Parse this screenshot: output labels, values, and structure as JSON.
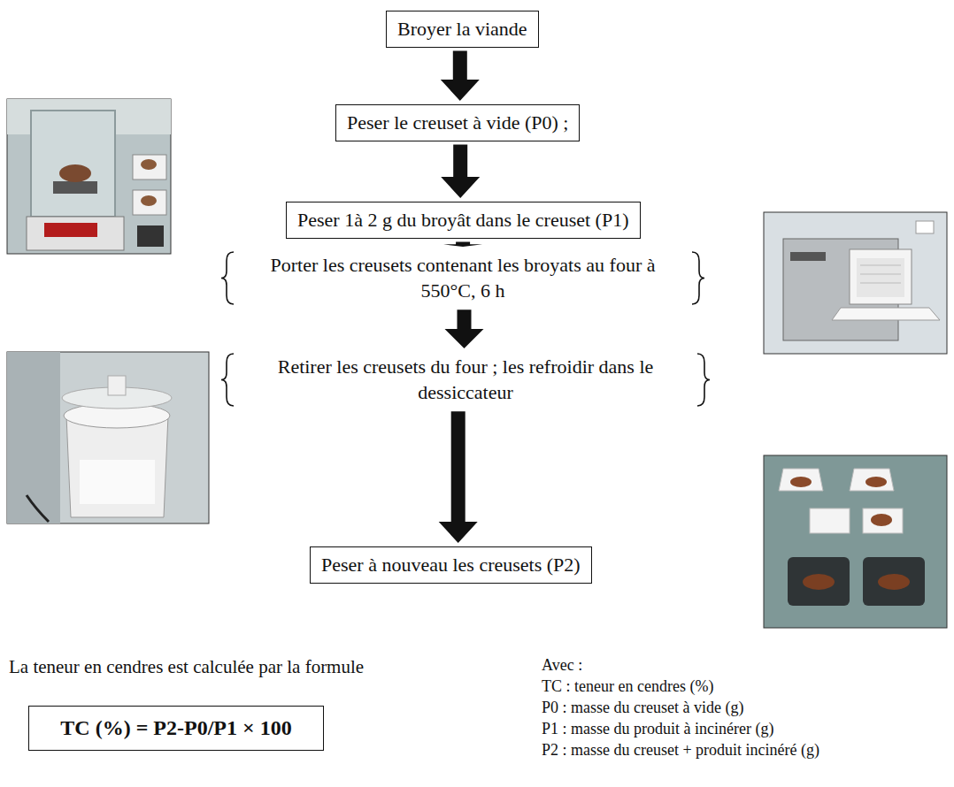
{
  "diagram": {
    "nodes": [
      {
        "text": [
          "Broyer la viande"
        ]
      },
      {
        "text": [
          "Peser le creuset à vide (P0) ;"
        ]
      },
      {
        "text": [
          "Peser 1à 2 g du broyât dans le creuset (P1)"
        ]
      },
      {
        "text": [
          "Porter les creusets contenant les broyats au four à 550°C, 6 h"
        ]
      },
      {
        "text": [
          "Retirer les creusets du four ; les refroidir dans le dessiccateur"
        ]
      },
      {
        "text": [
          "Peser à nouveau les creusets (P2)"
        ]
      },
      {
        "text": [
          "TC (%) = P2-P0/P1 × 100"
        ]
      }
    ],
    "edges": [
      {
        "from": 0,
        "to": 1,
        "arrow": "to"
      },
      {
        "from": 1,
        "to": 2,
        "arrow": "to"
      },
      {
        "from": 2,
        "to": 3,
        "arrow": "to"
      },
      {
        "from": 3,
        "to": 4,
        "arrow": "to"
      },
      {
        "from": 4,
        "to": 5,
        "arrow": "to"
      }
    ],
    "labels": [
      "La teneur en cendres est calculée par la formule",
      "Avec :",
      "TC : teneur en cendres (%)",
      "P0 : masse du creuset à vide (g)",
      "P1 : masse du produit à incinérer (g)",
      "P2 : masse du creuset + produit incinéré (g)"
    ]
  }
}
